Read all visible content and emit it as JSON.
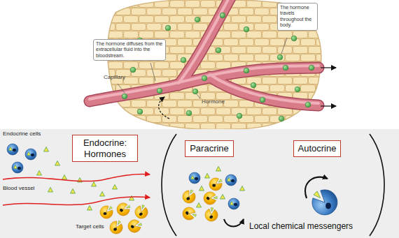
{
  "diagram": {
    "nodes": [
      {
        "text": [
          "The hormone diffuses from the extracellular fluid into the bloodstream."
        ]
      },
      {
        "text": [
          "The hormone travels throughout the body."
        ]
      },
      {
        "text": [
          "Endocrine: Hormones"
        ]
      },
      {
        "text": [
          "Paracrine"
        ]
      },
      {
        "text": [
          "Autocrine"
        ]
      }
    ],
    "labels": [
      "Capillary",
      "Hormone",
      "Endocrine cells",
      "Blood vessel",
      "Target cells",
      "Local chemical messengers"
    ]
  }
}
